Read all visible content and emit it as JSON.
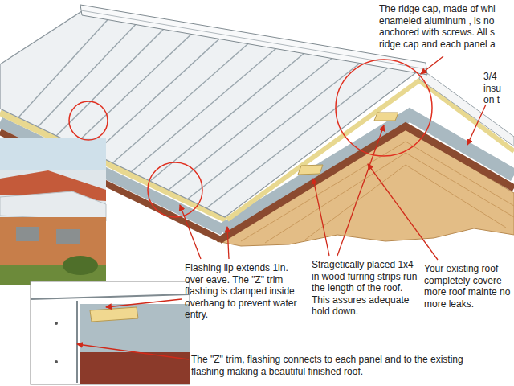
{
  "diagram": {
    "labels": [
      "The ridge cap, made of whi enameled aluminum , is no anchored with screws. All s ridge cap and each panel a",
      "3/4 insu on t",
      "Flashing lip extends 1in. over eave. The \"Z\" trim flashing is clamped inside overhang to prevent water entry.",
      "Stragetically placed 1x4 in wood furring strips run the length of the roof. This assures adequate hold down.",
      "Your existing roof completely covere more roof mainte no more leaks.",
      "The \"Z\" trim, flashing connects to each panel and to the existing flashing making a beautiful finished roof."
    ]
  }
}
